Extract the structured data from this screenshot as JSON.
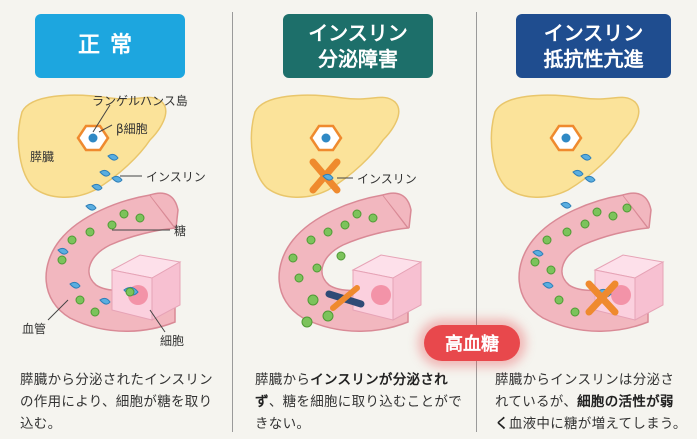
{
  "panels": [
    {
      "title": "正常",
      "labels": {
        "langerhans": "ランゲルハンス島",
        "beta_cell": "β細胞",
        "pancreas": "膵臓",
        "insulin": "インスリン",
        "sugar": "糖",
        "blood_vessel": "血管",
        "cell": "細胞"
      },
      "caption": [
        {
          "text": "膵臓から分泌されたインスリンの作用により、細胞が糖を取り込む。",
          "bold": false
        }
      ]
    },
    {
      "title": "インスリン\n分泌障害",
      "labels": {
        "insulin": "インスリン"
      },
      "caption": [
        {
          "text": "膵臓から",
          "bold": false
        },
        {
          "text": "インスリンが分泌されず",
          "bold": true
        },
        {
          "text": "、糖を細胞に取り込むことができない。",
          "bold": false
        }
      ]
    },
    {
      "title": "インスリン\n抵抗性亢進",
      "caption": [
        {
          "text": "膵臓からインスリンは分泌さ",
          "bold": false
        },
        {
          "text": "\nれているが、",
          "bold": false
        },
        {
          "text": "細胞の活性が弱",
          "bold": true
        },
        {
          "text": "\n",
          "bold": false
        },
        {
          "text": "く",
          "bold": true
        },
        {
          "text": "血液中に糖が増えてしまう。",
          "bold": false
        }
      ]
    }
  ],
  "high_blood_sugar": "高血糖",
  "colors": {
    "normal": "#1da6df",
    "secretion": "#1d6f6a",
    "resistance": "#1f4d8f",
    "pancreas": "#fbe39a",
    "vessel": "#f2b7bf",
    "sugar": "#7cc35b",
    "insulin": "#5aaee0",
    "cross": "#ef8a2e",
    "alert": "#e8484c"
  }
}
